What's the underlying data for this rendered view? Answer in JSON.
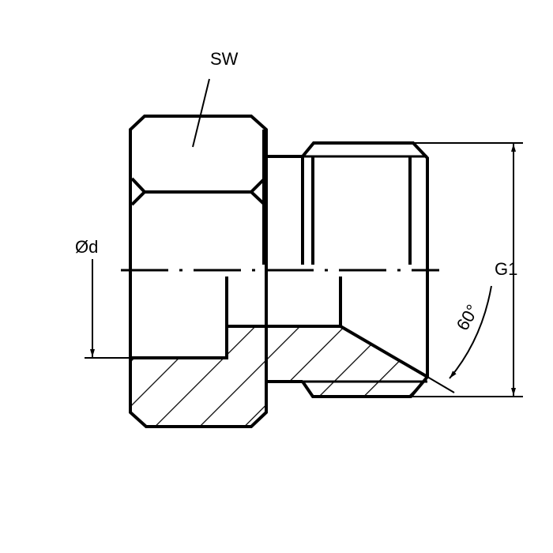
{
  "labels": {
    "wrench_size": "SW",
    "bore_diameter": "Ød",
    "thread": "G1",
    "angle": "60°"
  },
  "colors": {
    "line": "#000000",
    "background": "#ffffff"
  }
}
